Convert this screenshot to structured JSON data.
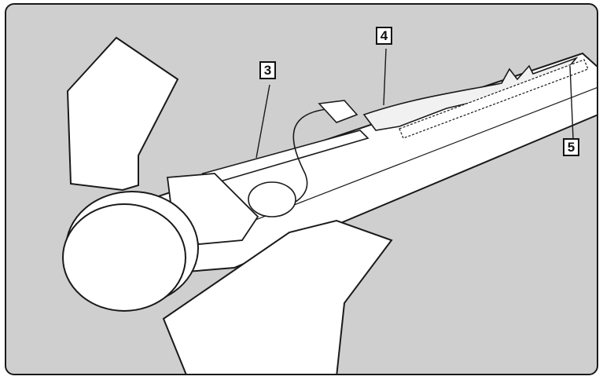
{
  "colors": {
    "background": "#cfcfcf",
    "line": "#1a1a1a",
    "part_fill": "#ffffff",
    "highlight_fill": "#f1f1f1"
  },
  "callouts": [
    {
      "id": "callout-3",
      "label": "3"
    },
    {
      "id": "callout-4",
      "label": "4"
    },
    {
      "id": "callout-5",
      "label": "5"
    }
  ]
}
